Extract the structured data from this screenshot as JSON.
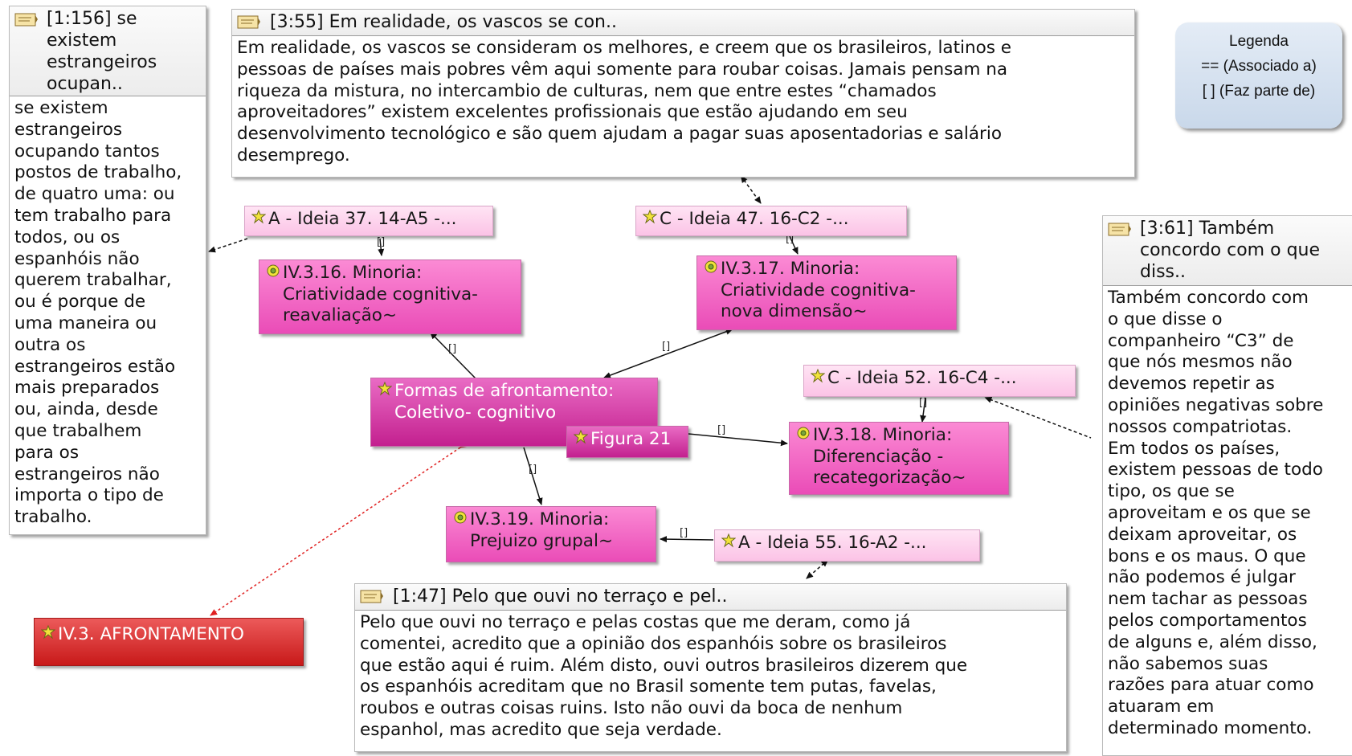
{
  "legend": {
    "title": "Legenda",
    "line1": "== (Associado a)",
    "line2": "[ ]  (Faz parte de)"
  },
  "memos": {
    "m1_156": {
      "title": "[1:156] se existem estrangeiros ocupan..",
      "body_lines": [
        "se existem",
        "estrangeiros",
        "ocupando tantos",
        "postos de trabalho,",
        "de quatro uma: ou",
        "tem trabalho para",
        "todos, ou os",
        "espanhóis não",
        "querem trabalhar,",
        "ou é porque de",
        "uma maneira ou",
        "outra os",
        "estrangeiros estão",
        "mais preparados",
        "ou, ainda, desde",
        "que trabalhem",
        "para os",
        "estrangeiros não",
        "importa o tipo de",
        "trabalho."
      ]
    },
    "m3_55": {
      "title": "[3:55] Em realidade, os vascos se con..",
      "body_lines": [
        "Em realidade, os vascos se consideram os melhores, e creem que os brasileiros, latinos e",
        "pessoas de países mais pobres vêm aqui somente para roubar coisas. Jamais pensam na",
        "riqueza da mistura, no intercambio de culturas, nem que entre estes “chamados",
        "aproveitadores” existem excelentes profissionais que estão ajudando  em seu",
        "desenvolvimento tecnológico  e são quem ajudam a pagar suas aposentadorias e salário",
        "desemprego."
      ]
    },
    "m3_61": {
      "title": "[3:61] Também concordo com o que diss..",
      "body_lines": [
        "Também concordo  com",
        "o que disse o",
        "companheiro “C3” de",
        "que nós mesmos não",
        "devemos repetir as",
        "opiniões negativas sobre",
        "nossos compatriotas.",
        "Em todos os países,",
        "existem pessoas de todo",
        "tipo, os que se",
        "aproveitam e os que se",
        "deixam aproveitar, os",
        "bons e os maus. O que",
        "não podemos é julgar",
        "nem tachar as pessoas",
        "pelos comportamentos",
        "de alguns e, além disso,",
        "não sabemos suas",
        "razões para atuar como",
        "atuaram em",
        "determinado momento."
      ]
    },
    "m1_47": {
      "title": "[1:47] Pelo que ouvi no terraço e pel..",
      "body_lines": [
        "Pelo que ouvi no terraço e pelas costas que me deram, como já",
        "comentei, acredito que a opinião dos espanhóis sobre os brasileiros",
        "que estão aqui é ruim. Além disto, ouvi outros brasileiros dizerem que",
        "os espanhóis acreditam que no Brasil somente tem putas, favelas,",
        "roubos e outras coisas ruins. Isto não ouvi da boca de nenhum",
        "espanhol, mas acredito que seja verdade."
      ]
    }
  },
  "codes": {
    "ideia37": {
      "lines": [
        "A - Ideia 37. 14-A5  -..."
      ]
    },
    "ideia47": {
      "lines": [
        "C - Ideia 47. 16-C2  -..."
      ]
    },
    "ideia52": {
      "lines": [
        "C - Ideia 52. 16-C4  -..."
      ]
    },
    "ideia55": {
      "lines": [
        "A - Ideia 55. 16-A2  -..."
      ]
    },
    "iv3_16": {
      "lines": [
        "IV.3.16. Minoria:",
        "Criatividade cognitiva-",
        "reavaliação~"
      ]
    },
    "iv3_17": {
      "lines": [
        "IV.3.17. Minoria:",
        "Criatividade cognitiva-",
        "nova dimensão~"
      ]
    },
    "iv3_18": {
      "lines": [
        "IV.3.18. Minoria:",
        "Diferenciação -",
        "recategorização~"
      ]
    },
    "iv3_19": {
      "lines": [
        "IV.3.19. Minoria:",
        "Prejuizo grupal~"
      ]
    },
    "formas": {
      "lines": [
        "Formas de afrontamento:",
        "Coletivo- cognitivo"
      ]
    },
    "figura21": {
      "lines": [
        "Figura 21"
      ]
    },
    "afrontamento": {
      "lines": [
        "IV.3. AFRONTAMENTO"
      ]
    }
  },
  "link_labels": {
    "part_of": "[]"
  },
  "colors": {
    "code_light": "#fbc3e6",
    "code_pink": "#ea4cb7",
    "code_dark": "#c3208f",
    "code_red": "#c81919",
    "legend_bg": "#c9d8ea",
    "red_link": "#e02020"
  }
}
